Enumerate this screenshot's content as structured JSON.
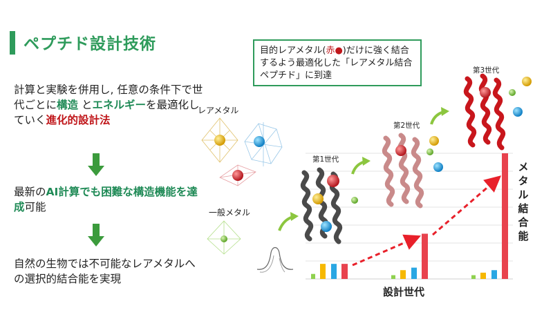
{
  "title": "ペプチド設計技術",
  "left_text": {
    "p1_a": "計算と実験を併用し, 任意の条件下で世代ごとに",
    "p1_b": "構造",
    "p1_c": " と",
    "p1_d": "エネルギー",
    "p1_e": "を最適化していく",
    "p1_f": "進化的設計法",
    "p2_a": "最新の",
    "p2_b": "AI計算でも困難な構造機能を達成",
    "p2_c": "可能",
    "p3": "自然の生物では不可能なレアメタルへの選択的結合能を実現"
  },
  "callout": {
    "a": "目的レアメタル(",
    "b": "赤●",
    "c": ")だけに強く結合するよう最適化した「レアメタル結合ペプチド」に到達"
  },
  "labels": {
    "rare_metal": "レアメタル",
    "common_metal": "一般メタル",
    "gen1": "第1世代",
    "gen2": "第2世代",
    "gen3": "第3世代",
    "x_axis": "設計世代",
    "y_axis": "メタル結合能"
  },
  "colors": {
    "accent_green": "#2e9b5b",
    "red": "#c0171b",
    "bar_green": "#8fd14f",
    "bar_yellow": "#f6b800",
    "bar_blue": "#29a7e3",
    "bar_red": "#e8424d"
  },
  "chart_data": {
    "type": "bar",
    "categories": [
      "第1世代",
      "第2世代",
      "第3世代"
    ],
    "series": [
      {
        "values": [
          0.04,
          0.03,
          0.03
        ]
      },
      {
        "values": [
          0.12,
          0.07,
          0.05
        ]
      },
      {
        "values": [
          0.12,
          0.09,
          0.07
        ]
      },
      {
        "values": [
          0.12,
          0.36,
          1.0
        ]
      }
    ],
    "xlabel": "設計世代",
    "ylabel": "メタル結合能",
    "grid": true
  }
}
